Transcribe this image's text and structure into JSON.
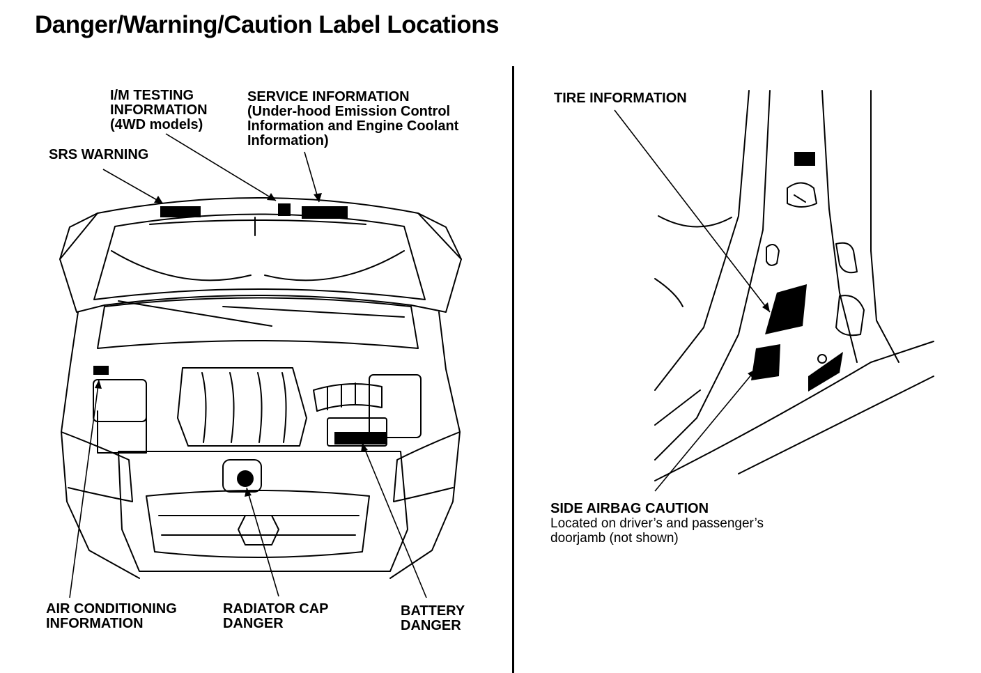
{
  "title": "Danger/Warning/Caution Label Locations",
  "labels": {
    "im_testing": [
      "I/M TESTING",
      "INFORMATION",
      "(4WD models)"
    ],
    "service_info": [
      "SERVICE INFORMATION",
      "(Under-hood Emission Control",
      "Information and Engine Coolant",
      "Information)"
    ],
    "srs_warning": [
      "SRS WARNING"
    ],
    "air_conditioning": [
      "AIR CONDITIONING",
      "INFORMATION"
    ],
    "radiator_cap": [
      "RADIATOR CAP",
      "DANGER"
    ],
    "battery": [
      "BATTERY",
      "DANGER"
    ],
    "tire_info": [
      "TIRE INFORMATION"
    ],
    "side_airbag": {
      "heading": "SIDE AIRBAG CAUTION",
      "lines": [
        "Located on driver’s and passenger’s",
        "doorjamb (not shown)"
      ]
    }
  }
}
